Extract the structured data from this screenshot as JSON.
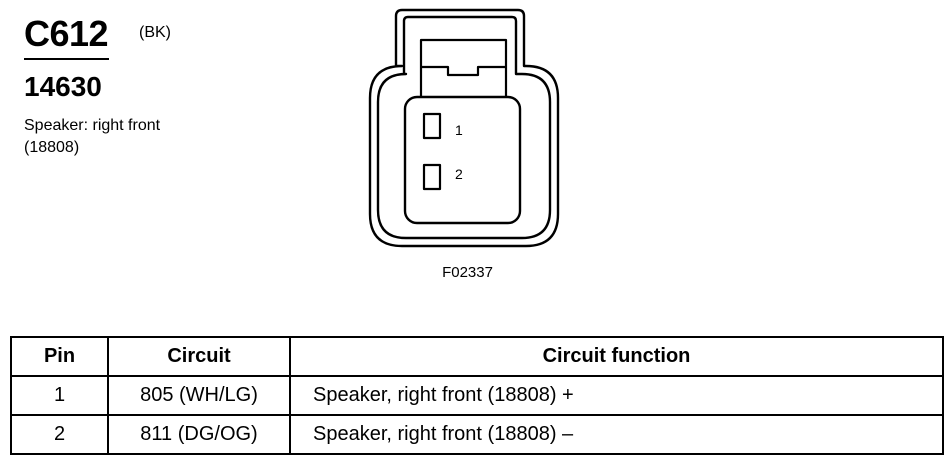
{
  "connector": {
    "id": "C612",
    "color_code": "(BK)",
    "part_number": "14630",
    "description_line1": "Speaker: right front",
    "description_line2": "(18808)"
  },
  "figure": {
    "id": "F02337",
    "pin_labels": [
      "1",
      "2"
    ]
  },
  "table": {
    "headers": {
      "pin": "Pin",
      "circuit": "Circuit",
      "function": "Circuit function"
    },
    "rows": [
      {
        "pin": "1",
        "circuit": "805 (WH/LG)",
        "function": "Speaker, right front (18808) +"
      },
      {
        "pin": "2",
        "circuit": "811 (DG/OG)",
        "function": "Speaker, right front (18808) –"
      }
    ]
  }
}
